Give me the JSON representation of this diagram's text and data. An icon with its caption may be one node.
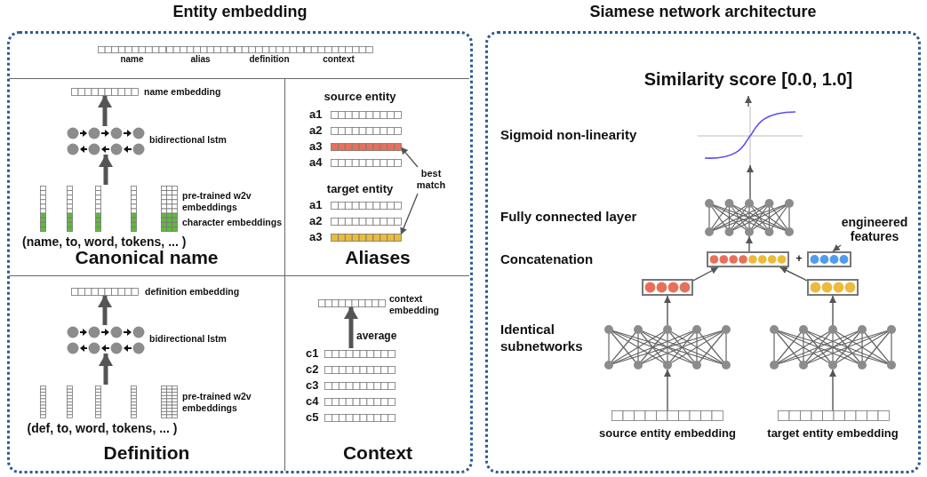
{
  "diagram": {
    "nodes": [
      {
        "text": [
          "Entity embedding"
        ]
      },
      {
        "text": [
          "name"
        ],
        "in": 0
      },
      {
        "text": [
          "alias"
        ],
        "in": 0
      },
      {
        "text": [
          "definition"
        ],
        "in": 0
      },
      {
        "text": [
          "context"
        ],
        "in": 0
      },
      {
        "text": [
          "Canonical name"
        ],
        "in": 0
      },
      {
        "text": [],
        "shape": "bar",
        "in": 5,
        "beside": [
          "name embedding"
        ]
      },
      {
        "text": [],
        "shape": "network",
        "in": 5,
        "beside": [
          "bidirectional lstm"
        ]
      },
      {
        "text": [
          "(name, to, word, tokens, ... )"
        ],
        "in": 5,
        "beside": [
          "pre-trained w2v embeddings",
          "character embeddings"
        ]
      },
      {
        "text": [
          "Aliases"
        ],
        "in": 0
      },
      {
        "text": [
          "a1"
        ],
        "in": 9
      },
      {
        "text": [
          "a2"
        ],
        "in": 9
      },
      {
        "text": [
          "a3"
        ],
        "in": 9
      },
      {
        "text": [
          "a4"
        ],
        "in": 9
      },
      {
        "text": [
          "a1"
        ],
        "in": 9
      },
      {
        "text": [
          "a2"
        ],
        "in": 9
      },
      {
        "text": [
          "a3"
        ],
        "in": 9
      },
      {
        "text": [
          "best match"
        ],
        "in": 9
      },
      {
        "text": [
          "Definition"
        ],
        "in": 0
      },
      {
        "text": [],
        "shape": "bar",
        "in": 18,
        "beside": [
          "definition embedding"
        ]
      },
      {
        "text": [],
        "shape": "network",
        "in": 18,
        "beside": [
          "bidirectional lstm"
        ]
      },
      {
        "text": [
          "(def, to, word, tokens, ... )"
        ],
        "in": 18,
        "beside": [
          "pre-trained w2v embeddings"
        ]
      },
      {
        "text": [
          "Context"
        ],
        "in": 0
      },
      {
        "text": [],
        "shape": "bar",
        "in": 22,
        "beside": [
          "context embedding"
        ]
      },
      {
        "text": [
          "c1"
        ],
        "in": 22
      },
      {
        "text": [
          "c2"
        ],
        "in": 22
      },
      {
        "text": [
          "c3"
        ],
        "in": 22
      },
      {
        "text": [
          "c4"
        ],
        "in": 22
      },
      {
        "text": [
          "c5"
        ],
        "in": 22
      },
      {
        "text": [
          "Siamese network architecture"
        ]
      },
      {
        "text": [
          "Similarity score [0.0, 1.0]"
        ],
        "in": 29
      },
      {
        "text": [],
        "shape": "curve",
        "in": 29
      },
      {
        "text": [],
        "shape": "network",
        "in": 29
      },
      {
        "text": [],
        "shape": "bar",
        "in": 29
      },
      {
        "text": [],
        "shape": "bar",
        "in": 29
      },
      {
        "text": [
          "engineered features"
        ],
        "in": 29
      },
      {
        "text": [],
        "shape": "bar",
        "in": 29
      },
      {
        "text": [],
        "shape": "bar",
        "in": 29
      },
      {
        "text": [],
        "shape": "network",
        "in": 29
      },
      {
        "text": [],
        "shape": "network",
        "in": 29
      },
      {
        "text": [],
        "shape": "bar",
        "in": 29,
        "beside": [
          "source entity embedding"
        ]
      },
      {
        "text": [],
        "shape": "bar",
        "in": 29,
        "beside": [
          "target entity embedding"
        ]
      }
    ],
    "edges": [
      {
        "from": 7,
        "to": 6,
        "arrow": "to",
        "style": "thick"
      },
      {
        "from": 8,
        "to": 7,
        "arrow": "to",
        "style": "thick"
      },
      {
        "from": 17,
        "to": 12,
        "arrow": "to"
      },
      {
        "from": 17,
        "to": 16,
        "arrow": "to"
      },
      {
        "from": 20,
        "to": 19,
        "arrow": "to",
        "style": "thick"
      },
      {
        "from": 21,
        "to": 20,
        "arrow": "to",
        "style": "thick"
      },
      {
        "from": 24,
        "to": 23,
        "arrow": "to",
        "style": "thick",
        "label": "average"
      },
      {
        "from": 31,
        "to": 30,
        "arrow": "to"
      },
      {
        "from": 32,
        "to": 31,
        "arrow": "to"
      },
      {
        "from": 33,
        "to": 32,
        "arrow": "to"
      },
      {
        "from": 35,
        "to": 34,
        "arrow": "to"
      },
      {
        "from": 36,
        "to": 33,
        "arrow": "to"
      },
      {
        "from": 37,
        "to": 33,
        "arrow": "to"
      },
      {
        "from": 38,
        "to": 36,
        "arrow": "to"
      },
      {
        "from": 39,
        "to": 37,
        "arrow": "to"
      },
      {
        "from": 40,
        "to": 38,
        "arrow": "to"
      },
      {
        "from": 41,
        "to": 39,
        "arrow": "to"
      }
    ],
    "labels": [
      "source entity",
      "target entity",
      "Sigmoid non-linearity",
      "Fully connected layer",
      "Concatenation",
      "+",
      "Identical subnetworks"
    ]
  }
}
